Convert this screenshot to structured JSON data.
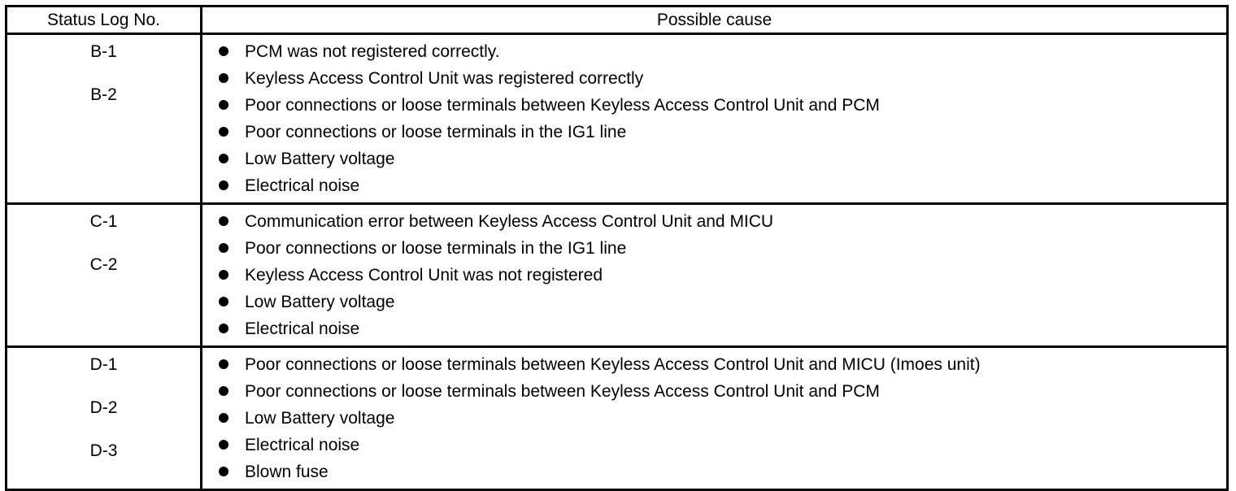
{
  "table": {
    "headers": {
      "status_log": "Status Log No.",
      "possible_cause": "Possible cause"
    },
    "rows": [
      {
        "logs": [
          "B-1",
          "B-2"
        ],
        "causes": [
          "PCM was not registered correctly.",
          "Keyless Access Control Unit was registered correctly",
          "Poor connections or loose terminals between Keyless Access Control Unit and PCM",
          "Poor connections or loose terminals in the IG1 line",
          "Low Battery voltage",
          "Electrical noise"
        ]
      },
      {
        "logs": [
          "C-1",
          "C-2"
        ],
        "causes": [
          "Communication error between Keyless Access Control Unit and MICU",
          "Poor connections or loose terminals in the IG1 line",
          "Keyless Access Control Unit was not registered",
          "Low Battery voltage",
          "Electrical noise"
        ]
      },
      {
        "logs": [
          "D-1",
          "D-2",
          "D-3"
        ],
        "causes": [
          "Poor connections or loose terminals between Keyless Access Control Unit and MICU (Imoes unit)",
          "Poor connections or loose terminals between Keyless Access Control Unit and PCM",
          "Low Battery voltage",
          "Electrical noise",
          "Blown fuse"
        ]
      }
    ]
  }
}
